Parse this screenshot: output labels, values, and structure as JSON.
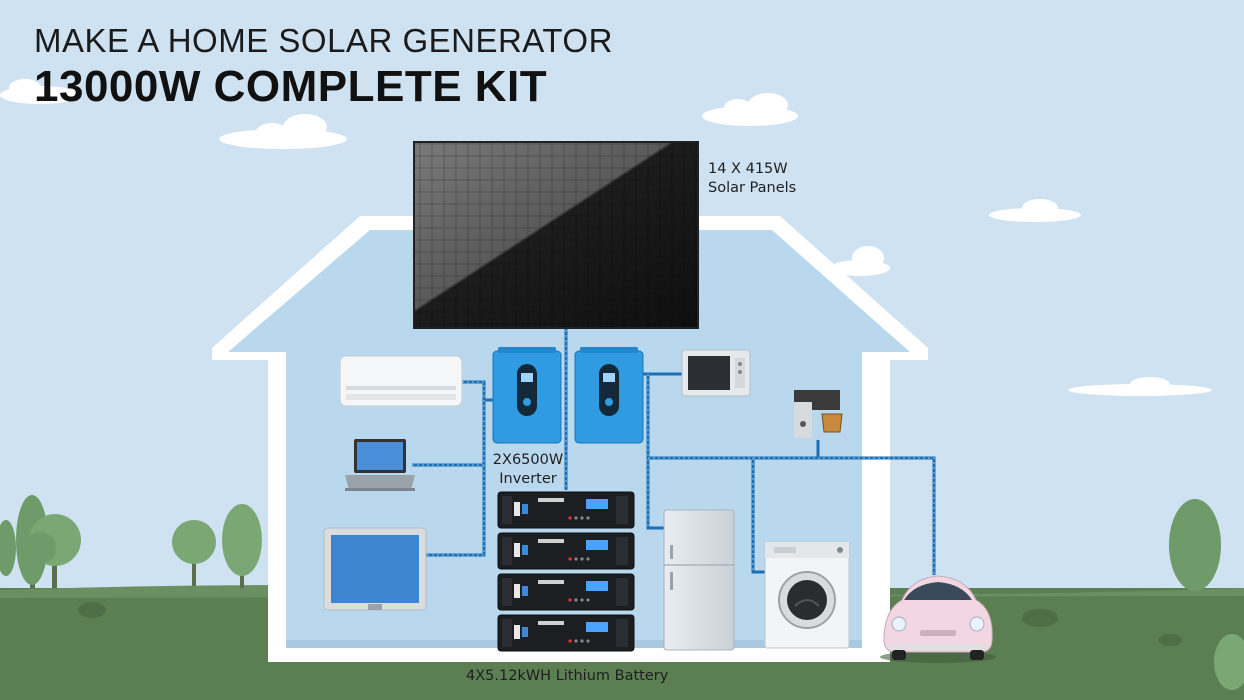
{
  "title": {
    "line1": "MAKE A HOME SOLAR GENERATOR",
    "line2": "13000W COMPLETE KIT"
  },
  "labels": {
    "solar_panels": {
      "line1": "14 X 415W",
      "line2": "Solar Panels"
    },
    "inverter": {
      "line1": "2X6500W",
      "line2": "Inverter"
    },
    "battery": "4X5.12kWH Lithium Battery"
  },
  "colors": {
    "sky": "#cfe2f1",
    "house_interior": "#b9d8ee",
    "house_wall": "#ffffff",
    "ground": "#5a7f52",
    "inverter_blue": "#2f9be0",
    "cable": "#1d6fb5",
    "panel_dark": "#1a1a1a",
    "panel_light": "#6a6a6a"
  },
  "icons": [
    "solar-panel-icon",
    "air-conditioner-icon",
    "inverter-icon",
    "microwave-icon",
    "coffee-machine-icon",
    "laptop-icon",
    "monitor-icon",
    "battery-module-icon",
    "refrigerator-icon",
    "washing-machine-icon",
    "car-icon",
    "tree-icon",
    "cloud-icon"
  ]
}
